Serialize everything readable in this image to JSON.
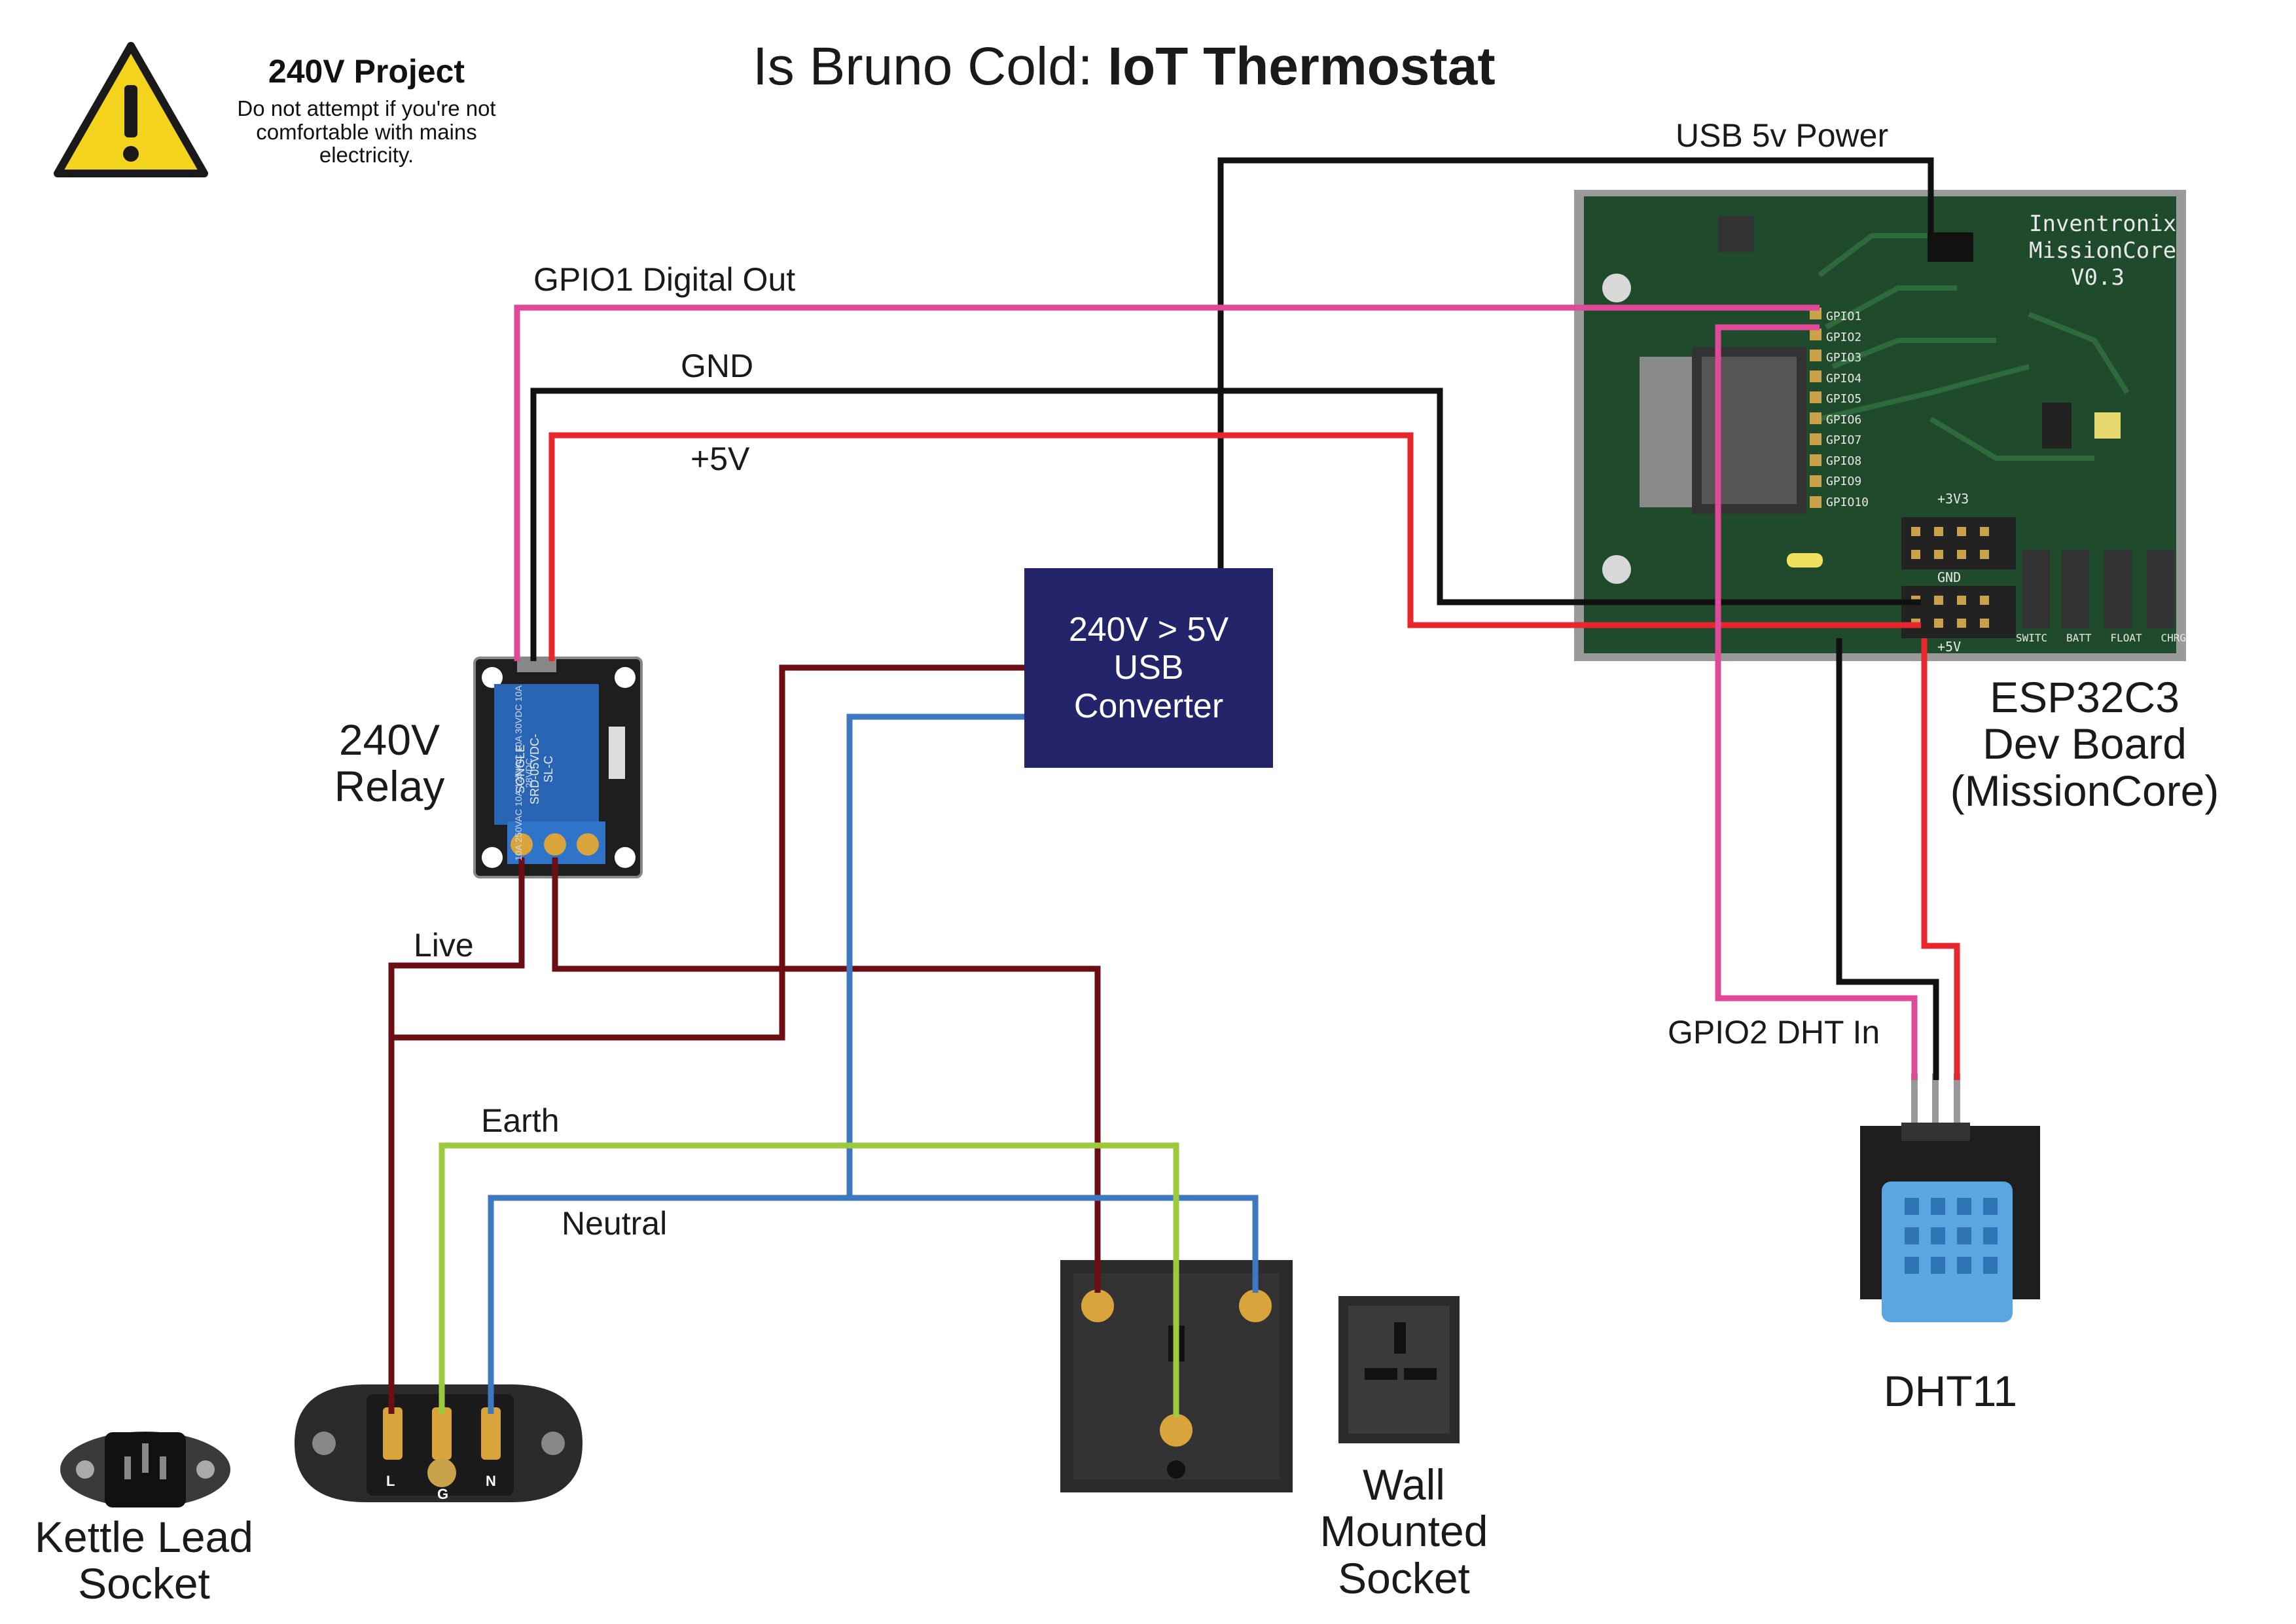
{
  "title": {
    "normal": "Is Bruno Cold: ",
    "bold": "IoT Thermostat"
  },
  "warning": {
    "heading": "240V Project",
    "text": "Do not attempt if you're not comfortable with mains electricity."
  },
  "converter": {
    "line1": "240V > 5V",
    "line2": "USB",
    "line3": "Converter"
  },
  "components": {
    "relay": {
      "line1": "240V",
      "line2": "Relay"
    },
    "esp": {
      "line1": "ESP32C3",
      "line2": "Dev Board",
      "line3": "(MissionCore)"
    },
    "dht": "DHT11",
    "kettle": {
      "line1": "Kettle Lead",
      "line2": "Socket"
    },
    "wall": {
      "line1": "Wall",
      "line2": "Mounted",
      "line3": "Socket"
    }
  },
  "wires": {
    "usb_power": "USB 5v Power",
    "gpio1": "GPIO1 Digital Out",
    "gnd": "GND",
    "plus5v": "+5V",
    "gpio2": "GPIO2 DHT In",
    "live": "Live",
    "earth": "Earth",
    "neutral": "Neutral"
  },
  "board": {
    "brand1": "Inventronix",
    "brand2": "MissionCore",
    "version": "V0.3",
    "gpio_pins": [
      "GPIO1",
      "GPIO2",
      "GPIO3",
      "GPIO4",
      "GPIO5",
      "GPIO6",
      "GPIO7",
      "GPIO8",
      "GPIO9",
      "GPIO10"
    ],
    "header_top": "+3V3",
    "header_mid": "GND",
    "header_bot": "+5V",
    "connectors": [
      "SWITC",
      "BATT",
      "FLOAT",
      "CHRG"
    ]
  },
  "relay_module": {
    "model": "SRD-05VDC-SL-C",
    "brand": "SONGLE",
    "ratings": "10A 250VAC 10A 125VAC 10A 30VDC 10A 28VDC"
  },
  "iec_labels": [
    "L",
    "G",
    "N"
  ],
  "colors": {
    "pink": "#e0489a",
    "black": "#111111",
    "red": "#e8262e",
    "maroon": "#6b0f14",
    "blue": "#3d78c0",
    "green": "#9cca3c",
    "converter": "#23246a",
    "pcb": "#1f4a2c",
    "warning": "#f4d31c"
  }
}
